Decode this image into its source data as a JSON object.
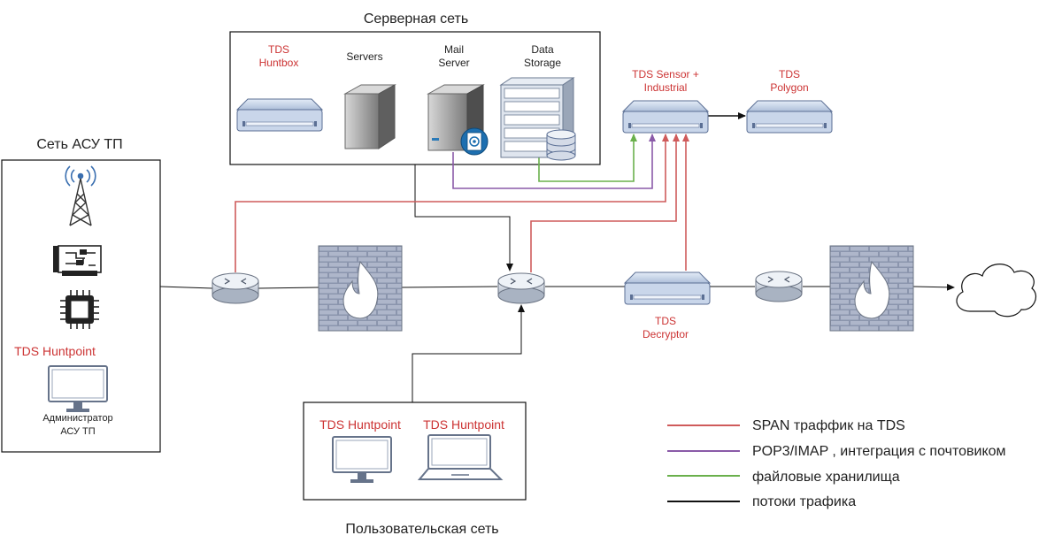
{
  "colors": {
    "span": "#cf5b5b",
    "pop3": "#8a5aa8",
    "files": "#6ab04c",
    "traffic": "#111111",
    "tds_label": "#cc3333",
    "device_fill": "#c9d6ea",
    "device_stroke": "#5b6f94"
  },
  "server_net": {
    "title": "Серверная сеть",
    "huntbox": [
      "TDS",
      "Huntbox"
    ],
    "servers": "Servers",
    "mail": [
      "Mail",
      "Server"
    ],
    "storage": [
      "Data",
      "Storage"
    ]
  },
  "ics_net": {
    "title": "Сеть АСУ ТП",
    "huntpoint": "TDS Huntpoint",
    "admin": [
      "Администратор",
      "АСУ ТП"
    ]
  },
  "user_net": {
    "title": "Пользовательская сеть",
    "huntpoint1": "TDS Huntpoint",
    "huntpoint2": "TDS Huntpoint"
  },
  "sensor": [
    "TDS Sensor +",
    "Industrial"
  ],
  "polygon": [
    "TDS",
    "Polygon"
  ],
  "decryptor": [
    "TDS",
    "Decryptor"
  ],
  "legend": [
    {
      "label": "SPAN траффик на TDS",
      "color": "#cf5b5b"
    },
    {
      "label": "POP3/IMAP , интеграция с почтовиком",
      "color": "#8a5aa8"
    },
    {
      "label": "файловые хранилища",
      "color": "#6ab04c"
    },
    {
      "label": "потоки трафика",
      "color": "#111111"
    }
  ]
}
